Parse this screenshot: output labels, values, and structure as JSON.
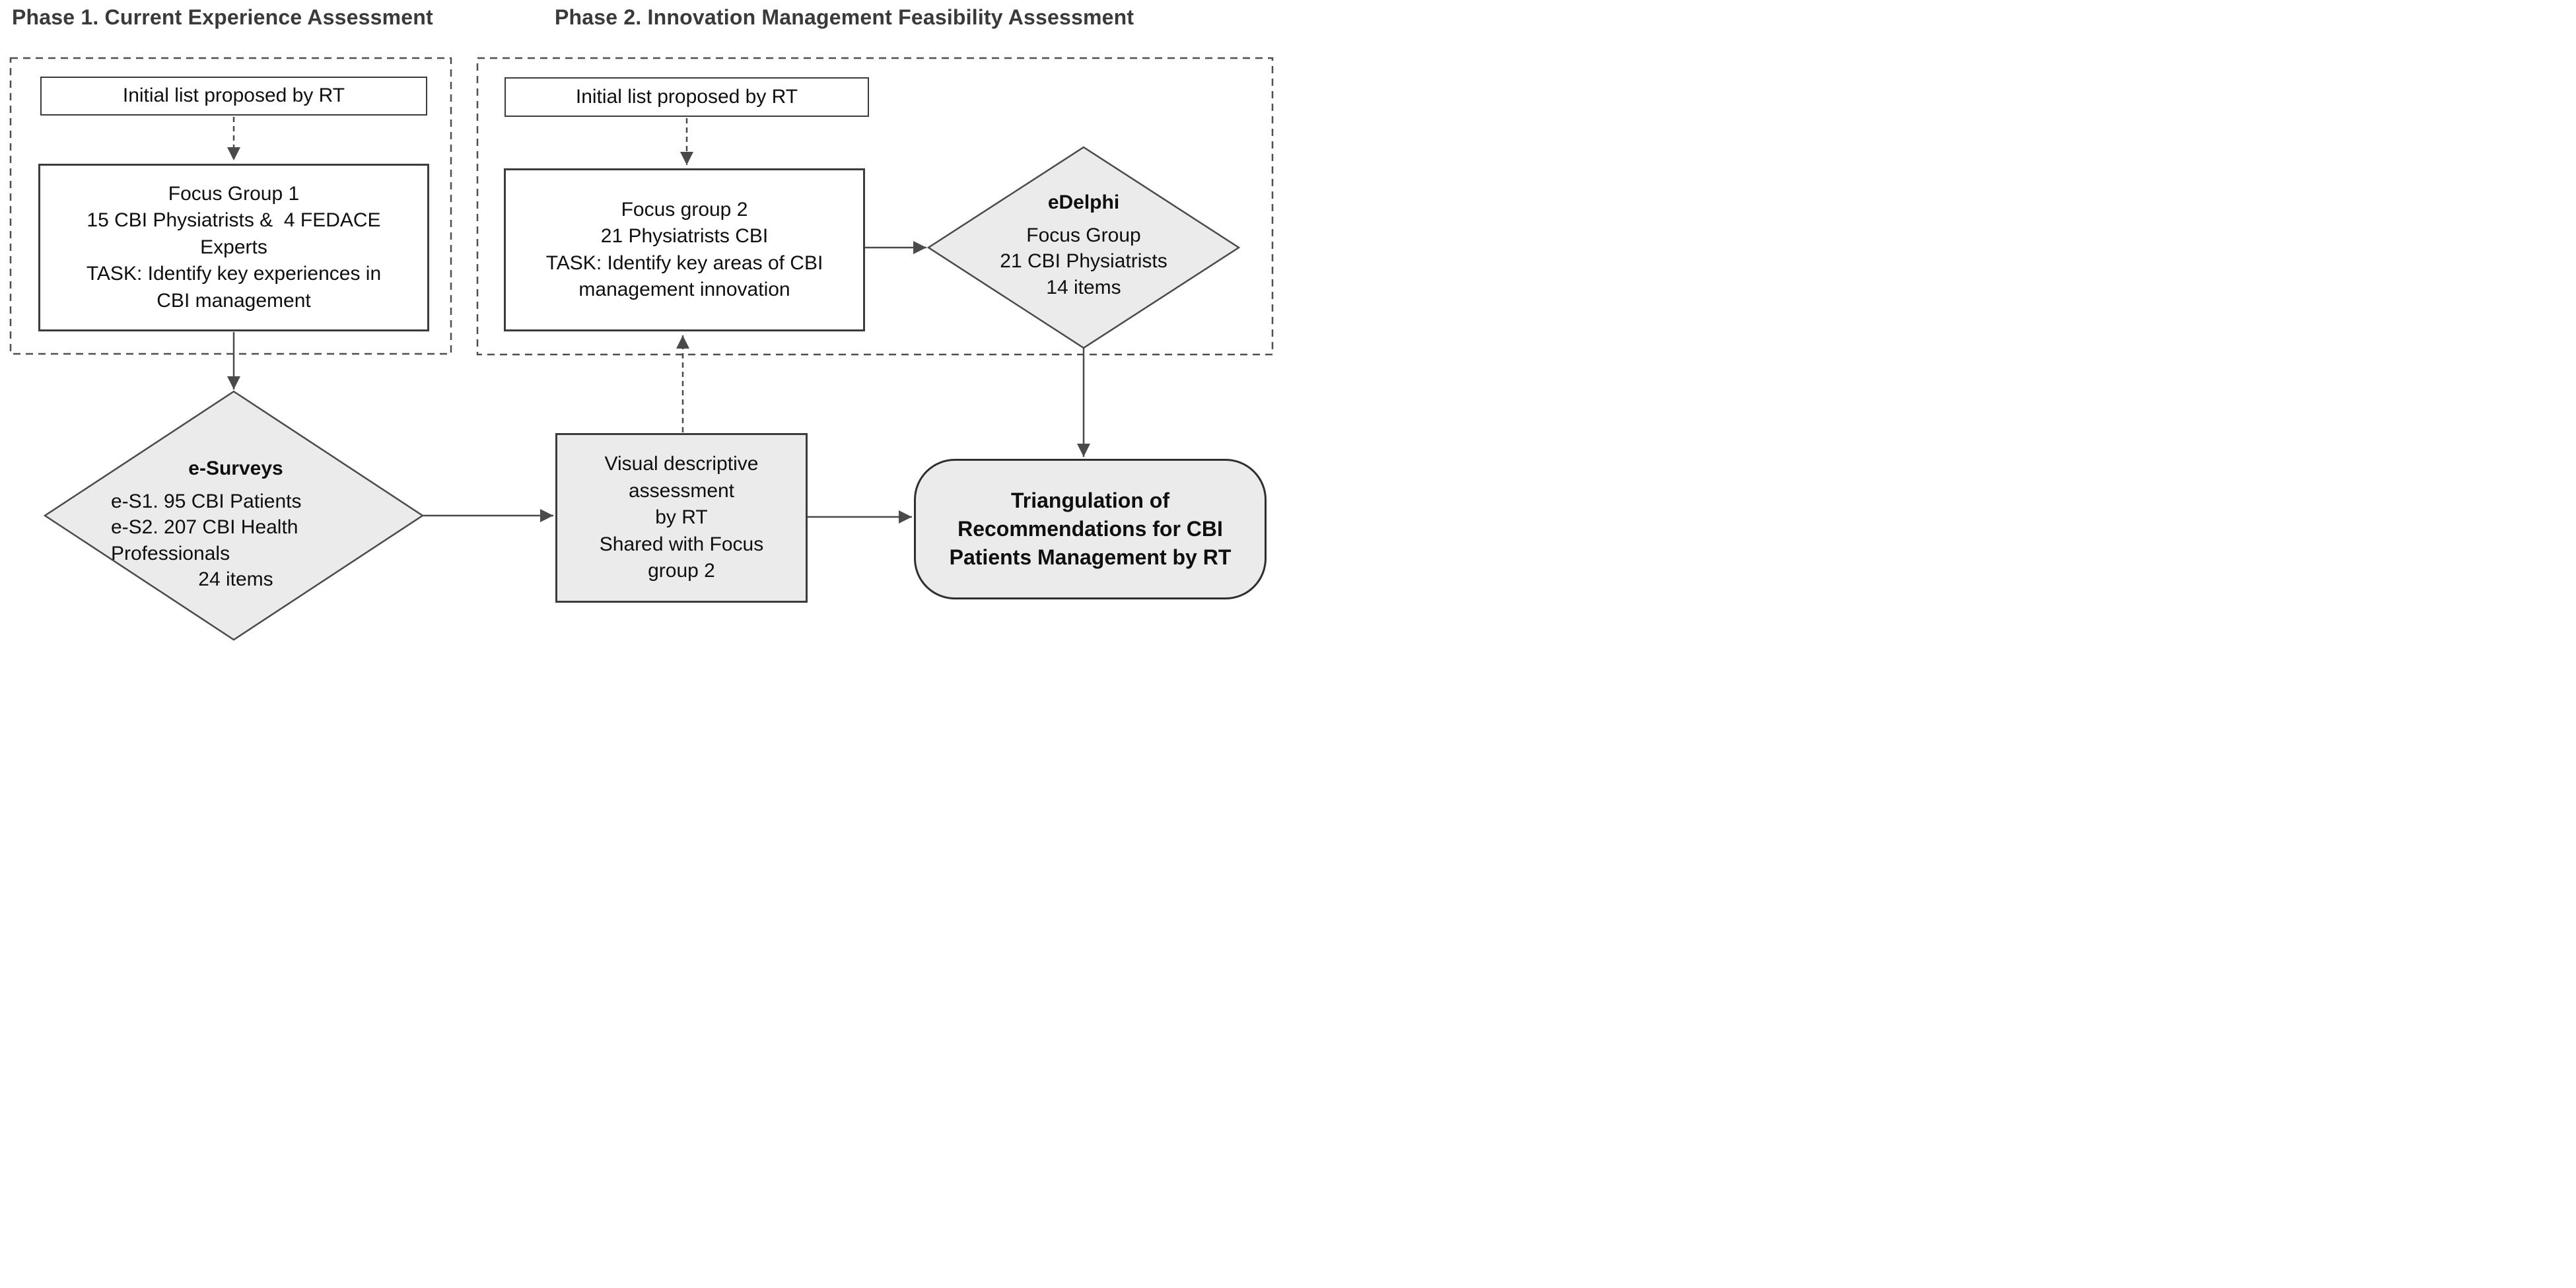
{
  "titles": {
    "phase1": "Phase 1. Current Experience Assessment",
    "phase2": "Phase 2. Innovation Management Feasibility Assessment"
  },
  "phase1": {
    "initial_list": "Initial list proposed by RT",
    "focus_group1": "Focus Group 1\n15 CBI Physiatrists &  4 FEDACE\nExperts\nTASK: Identify key experiences in\nCBI management",
    "esurveys": {
      "title": "e-Surveys",
      "line1": "e-S1. 95 CBI Patients",
      "line2": "e-S2. 207 CBI Health",
      "line3": "Professionals",
      "line4": "24 items"
    }
  },
  "phase2": {
    "initial_list": "Initial list proposed by RT",
    "focus_group2": "Focus group 2\n21 Physiatrists CBI\nTASK: Identify key areas of CBI\nmanagement innovation",
    "edelphi": {
      "title": "eDelphi",
      "line1": "Focus Group",
      "line2": "21 CBI Physiatrists",
      "line3": "14 items"
    },
    "visual_assessment": "Visual descriptive\nassessment\nby RT\nShared with Focus\ngroup 2",
    "triangulation": "Triangulation of\nRecommendations for CBI\nPatients Management by RT"
  },
  "colors": {
    "shape_fill": "#ebebeb",
    "line": "#4a4a4a",
    "dashed_border": "#4f4f4f",
    "box_border": "#3c3c3c",
    "text": "#0f0f0f",
    "title_text": "#3a3a3a"
  }
}
